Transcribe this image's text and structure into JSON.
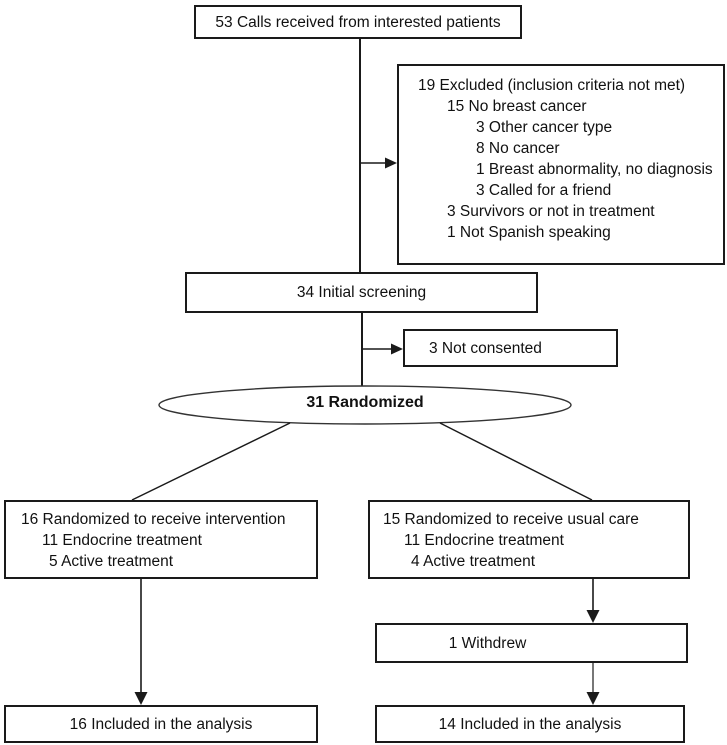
{
  "diagram": {
    "title_hint": "Patient recruitment and randomization flow diagram",
    "colors": {
      "background": "#ffffff",
      "box_border": "#1a1a1a",
      "line": "#1a1a1a",
      "ellipse_stroke": "#333333",
      "text": "#111111"
    },
    "calls_box": {
      "text": "53 Calls received from interested patients"
    },
    "excluded_box": {
      "lines": [
        {
          "text": "19 Excluded (inclusion criteria not met)",
          "indent": 0
        },
        {
          "text": "15 No breast cancer",
          "indent": 1
        },
        {
          "text": "3 Other cancer type",
          "indent": 2
        },
        {
          "text": "8 No cancer",
          "indent": 2
        },
        {
          "text": "1 Breast abnormality, no diagnosis",
          "indent": 2
        },
        {
          "text": "3 Called for a friend",
          "indent": 2
        },
        {
          "text": "3 Survivors or not in treatment",
          "indent": 1
        },
        {
          "text": "1 Not Spanish speaking",
          "indent": 1
        }
      ]
    },
    "screening_box": {
      "text": "34 Initial screening"
    },
    "not_consented_box": {
      "text": "3 Not consented"
    },
    "randomized_ellipse": {
      "text": "31 Randomized"
    },
    "intervention_box": {
      "lines": [
        {
          "text": "16 Randomized to receive intervention",
          "indent": 0
        },
        {
          "text": "11 Endocrine treatment",
          "indent": 1
        },
        {
          "text": "5 Active treatment",
          "indent": 2
        }
      ]
    },
    "usual_care_box": {
      "lines": [
        {
          "text": "15 Randomized to receive usual care",
          "indent": 0
        },
        {
          "text": "11 Endocrine treatment",
          "indent": 1
        },
        {
          "text": "4 Active treatment",
          "indent": 2
        }
      ]
    },
    "withdrew_box": {
      "text": "1 Withdrew"
    },
    "analysis_intervention_box": {
      "text": "16 Included in the analysis"
    },
    "analysis_usual_care_box": {
      "text": "14 Included in the analysis"
    }
  }
}
